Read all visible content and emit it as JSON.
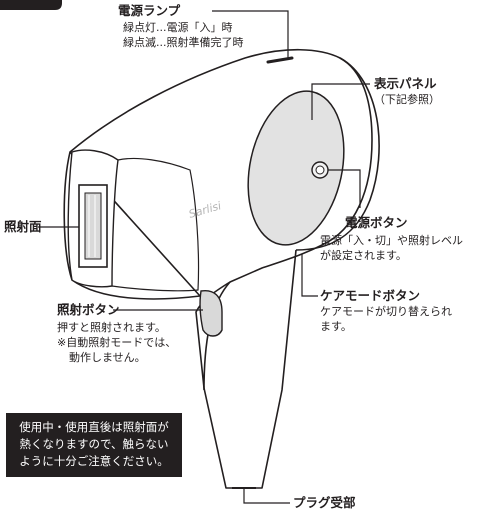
{
  "brand": "Sarlisi",
  "callouts": {
    "power_lamp": {
      "title": "電源ランプ",
      "lines": [
        "緑点灯...電源「入」時",
        "緑点滅...照射準備完了時"
      ]
    },
    "display_panel": {
      "title": "表示パネル",
      "note": "（下記参照）"
    },
    "power_button": {
      "title": "電源ボタン",
      "lines": [
        "電源「入・切」や照射レベル",
        "が設定されます。"
      ]
    },
    "care_mode_button": {
      "title": "ケアモードボタン",
      "lines": [
        "ケアモードが切り替えられ",
        "ます。"
      ]
    },
    "irradiation_surface": {
      "title": "照射面"
    },
    "irradiation_button": {
      "title": "照射ボタン",
      "lines": [
        "押すと照射されます。",
        "※自動照射モードでは、",
        "動作しません。"
      ]
    },
    "plug_port": {
      "title": "プラグ受部"
    }
  },
  "warning": {
    "lines": [
      "使用中・使用直後は照射面が",
      "熱くなりますので、触らない",
      "ように十分ご注意ください。"
    ]
  },
  "colors": {
    "line": "#231f20",
    "panel": "#e2e2e2",
    "panel_inner": "#f2f2f2",
    "window": "#d9d9d9",
    "warning_bg": "#231f20",
    "warning_text": "#ffffff"
  }
}
